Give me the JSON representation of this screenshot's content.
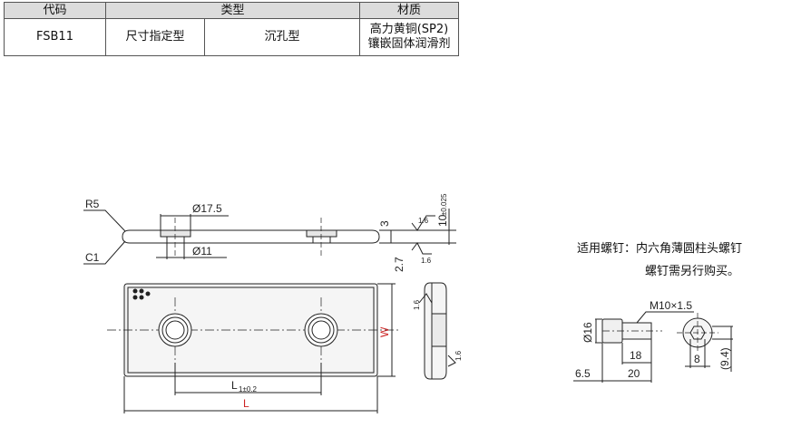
{
  "table": {
    "headers": [
      "代码",
      "类型",
      "材质"
    ],
    "row": {
      "code": "FSB11",
      "type1": "尺寸指定型",
      "type2": "沉孔型",
      "material_line1": "高力黄铜(SP2)",
      "material_line2": "镶嵌固体润滑剂"
    }
  },
  "screw_note": {
    "line1": "适用螺钉：内六角薄圆柱头螺钉",
    "line2": "螺钉需另行购买。"
  },
  "drawing": {
    "r5": "R5",
    "c1": "C1",
    "dia_cb": "Ø17.5",
    "dia_hole": "Ø11",
    "dim_3": "3",
    "dim_27": "2.7",
    "thickness": "10",
    "thickness_tol": "±0.025",
    "rough_16": "1.6",
    "pitch_l": "L",
    "pitch_tol": "1±0.2",
    "length": "L",
    "width": "W"
  },
  "screw": {
    "thread": "M10×1.5",
    "dia_head": "Ø16",
    "thread_len": "18",
    "total_len": "20",
    "head_h": "6.5",
    "hex": "8",
    "hex_ref": "(9.4)"
  },
  "colors": {
    "dimension_red": "#cc2222",
    "line": "#222222"
  }
}
